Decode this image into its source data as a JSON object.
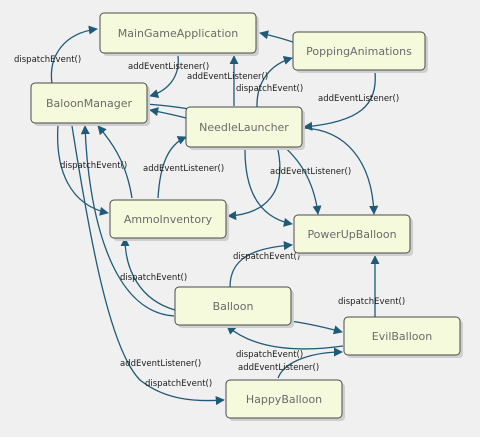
{
  "nodes": {
    "main_game_application": "MainGameApplication",
    "popping_animations": "PoppingAnimations",
    "baloon_manager": "BaloonManager",
    "needle_launcher": "NeedleLauncher",
    "ammo_inventory": "AmmoInventory",
    "power_up_balloon": "PowerUpBalloon",
    "balloon": "Balloon",
    "evil_balloon": "EvilBalloon",
    "happy_balloon": "HappyBalloon"
  },
  "edge_labels": {
    "dispatch_baloonmanager_main": "dispatchEvent()",
    "add_main_baloonmanager": "addEventListener()",
    "add_needle_main": "addEventListener()",
    "dispatch_needle_popping": "dispatchEvent()",
    "add_popping_needle": "addEventListener()",
    "dispatch_ammo_baloonmanager": "dispatchEvent()",
    "add_needle_ammo": "addEventListener()",
    "add_needle_powerup": "addEventListener()",
    "dispatch_balloon_powerup": "dispatchEvent()",
    "dispatch_balloon_ammo": "dispatchEvent()",
    "dispatch_evil_powerup": "dispatchEvent()",
    "dispatch_evil_balloon": "dispatchEvent()",
    "add_happy_evil": "addEventListener()",
    "add_baloonmanager_happy": "addEventListener()",
    "dispatch_baloonmanager_happy": "dispatchEvent()"
  },
  "colors": {
    "background": "#f0f0f0",
    "node_fill": "#f4fadb",
    "node_border": "#4a4a4a",
    "edge": "#1f5a78",
    "node_text": "#6b6b6b",
    "label_text": "#1a1a1a"
  }
}
